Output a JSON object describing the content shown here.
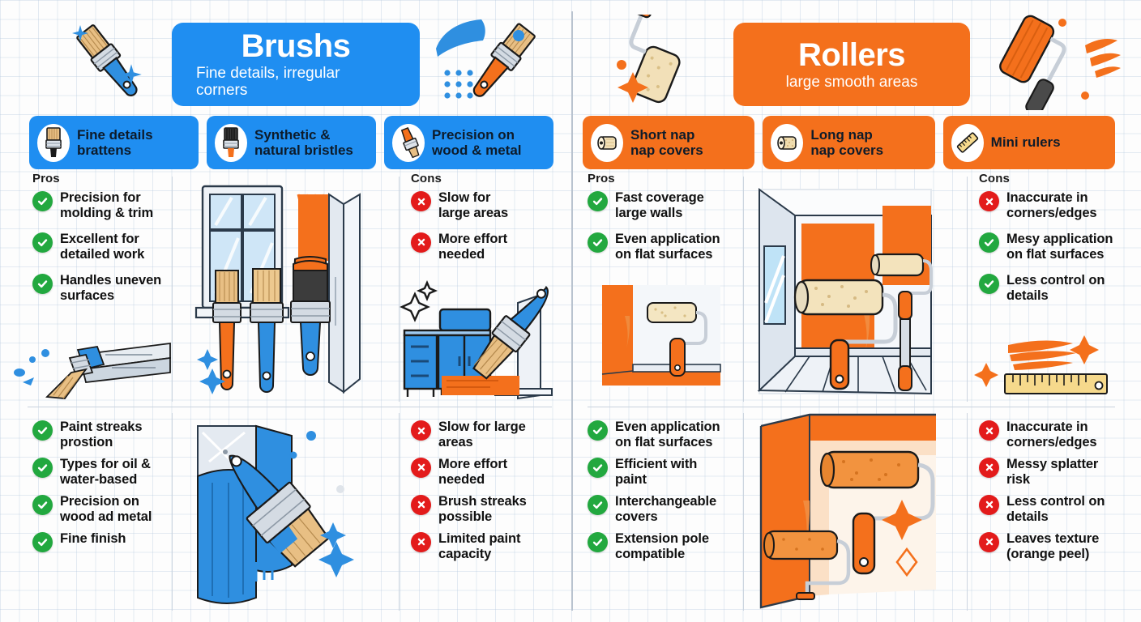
{
  "meta": {
    "colors": {
      "brush_blue": "#1f8ef1",
      "roller_orange": "#f4701c",
      "check_green": "#22a83f",
      "cross_red": "#e31b1b",
      "grid_line": "#b2c6dc",
      "text_dark": "#111111"
    }
  },
  "brushes": {
    "hero": {
      "title": "Brushs",
      "subtitle": "Fine details, irregular corners"
    },
    "badges": [
      {
        "label": "Fine details\nbrattens",
        "icon": "paint-brush-icon"
      },
      {
        "label": "Synthetic &\nnatural bristles",
        "icon": "paint-brush-icon"
      },
      {
        "label": "Precision on\nwood & metal",
        "icon": "paint-brush-icon"
      }
    ],
    "top": {
      "pros_heading": "Pros",
      "pros": [
        {
          "text": "Precision for\nmolding & trim",
          "mark": "check"
        },
        {
          "text": "Excellent for\ndetailed work",
          "mark": "check"
        },
        {
          "text": "Handles uneven\nsurfaces",
          "mark": "check"
        }
      ],
      "cons_heading": "Cons",
      "cons": [
        {
          "text": "Slow for\nlarge areas",
          "mark": "cross"
        },
        {
          "text": "More effort\nneeded",
          "mark": "cross"
        }
      ]
    },
    "bottom": {
      "pros": [
        {
          "text": "Paint streaks\nprostion",
          "mark": "check"
        },
        {
          "text": "Types for oil &\nwater-based",
          "mark": "check"
        },
        {
          "text": "Precision on\nwood ad metal",
          "mark": "check"
        },
        {
          "text": "Fine finish",
          "mark": "check"
        }
      ],
      "cons": [
        {
          "text": "Slow for large\nareas",
          "mark": "cross"
        },
        {
          "text": "More effort\nneeded",
          "mark": "cross"
        },
        {
          "text": "Brush streaks\npossible",
          "mark": "cross"
        },
        {
          "text": "Limited paint\ncapacity",
          "mark": "cross"
        }
      ]
    }
  },
  "rollers": {
    "hero": {
      "title": "Rollers",
      "subtitle": "large smooth areas"
    },
    "badges": [
      {
        "label": "Short nap\nnap covers",
        "icon": "paint-roller-icon"
      },
      {
        "label": "Long nap\nnap covers",
        "icon": "paint-roller-icon"
      },
      {
        "label": "Mini rulers",
        "icon": "ruler-icon"
      }
    ],
    "top": {
      "pros_heading": "Pros",
      "pros": [
        {
          "text": "Fast coverage\nlarge walls",
          "mark": "check"
        },
        {
          "text": "Even application\non flat surfaces",
          "mark": "check"
        }
      ],
      "cons_heading": "Cons",
      "cons": [
        {
          "text": "Inaccurate in\ncorners/edges",
          "mark": "cross"
        },
        {
          "text": "Mesy application\non flat surfaces",
          "mark": "check"
        },
        {
          "text": "Less control on\ndetails",
          "mark": "check"
        }
      ]
    },
    "bottom": {
      "pros": [
        {
          "text": "Even application\non flat surfaces",
          "mark": "check"
        },
        {
          "text": "Efficient with\npaint",
          "mark": "check"
        },
        {
          "text": "Interchangeable\ncovers",
          "mark": "check"
        },
        {
          "text": "Extension pole\ncompatible",
          "mark": "check"
        }
      ],
      "cons": [
        {
          "text": "Inaccurate in\ncorners/edges",
          "mark": "cross"
        },
        {
          "text": "Messy splatter\nrisk",
          "mark": "cross"
        },
        {
          "text": "Less control on\ndetails",
          "mark": "cross"
        },
        {
          "text": "Leaves texture\n(orange peel)",
          "mark": "cross"
        }
      ]
    }
  }
}
